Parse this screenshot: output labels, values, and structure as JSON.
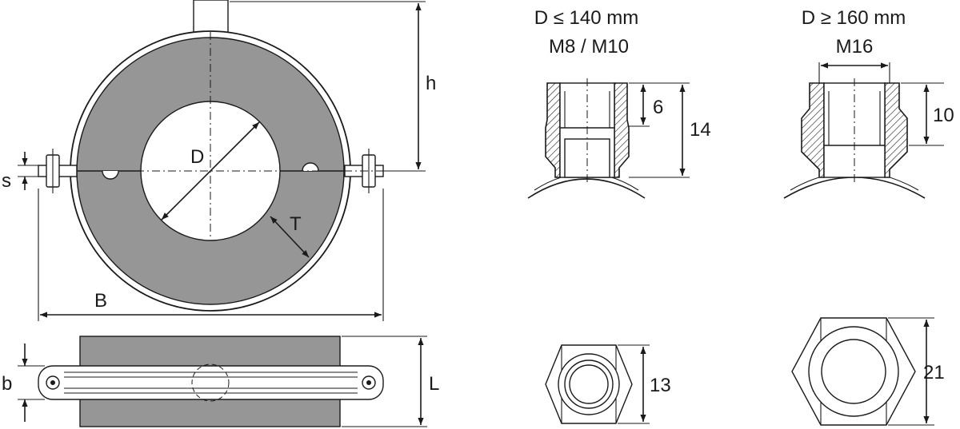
{
  "labels": {
    "h": "h",
    "s": "s",
    "D": "D",
    "T": "T",
    "B": "B",
    "b": "b",
    "L": "L"
  },
  "small_insert": {
    "condition": "D ≤ 140 mm",
    "thread": "M8 / M10",
    "thread_depth": "6",
    "height": "14",
    "across_flats": "13"
  },
  "large_insert": {
    "condition": "D ≥ 160 mm",
    "thread": "M16",
    "thread_depth": "10",
    "across_flats": "21"
  },
  "colors": {
    "insulation": "#969696",
    "line": "#1a1a1a",
    "background": "#ffffff"
  }
}
